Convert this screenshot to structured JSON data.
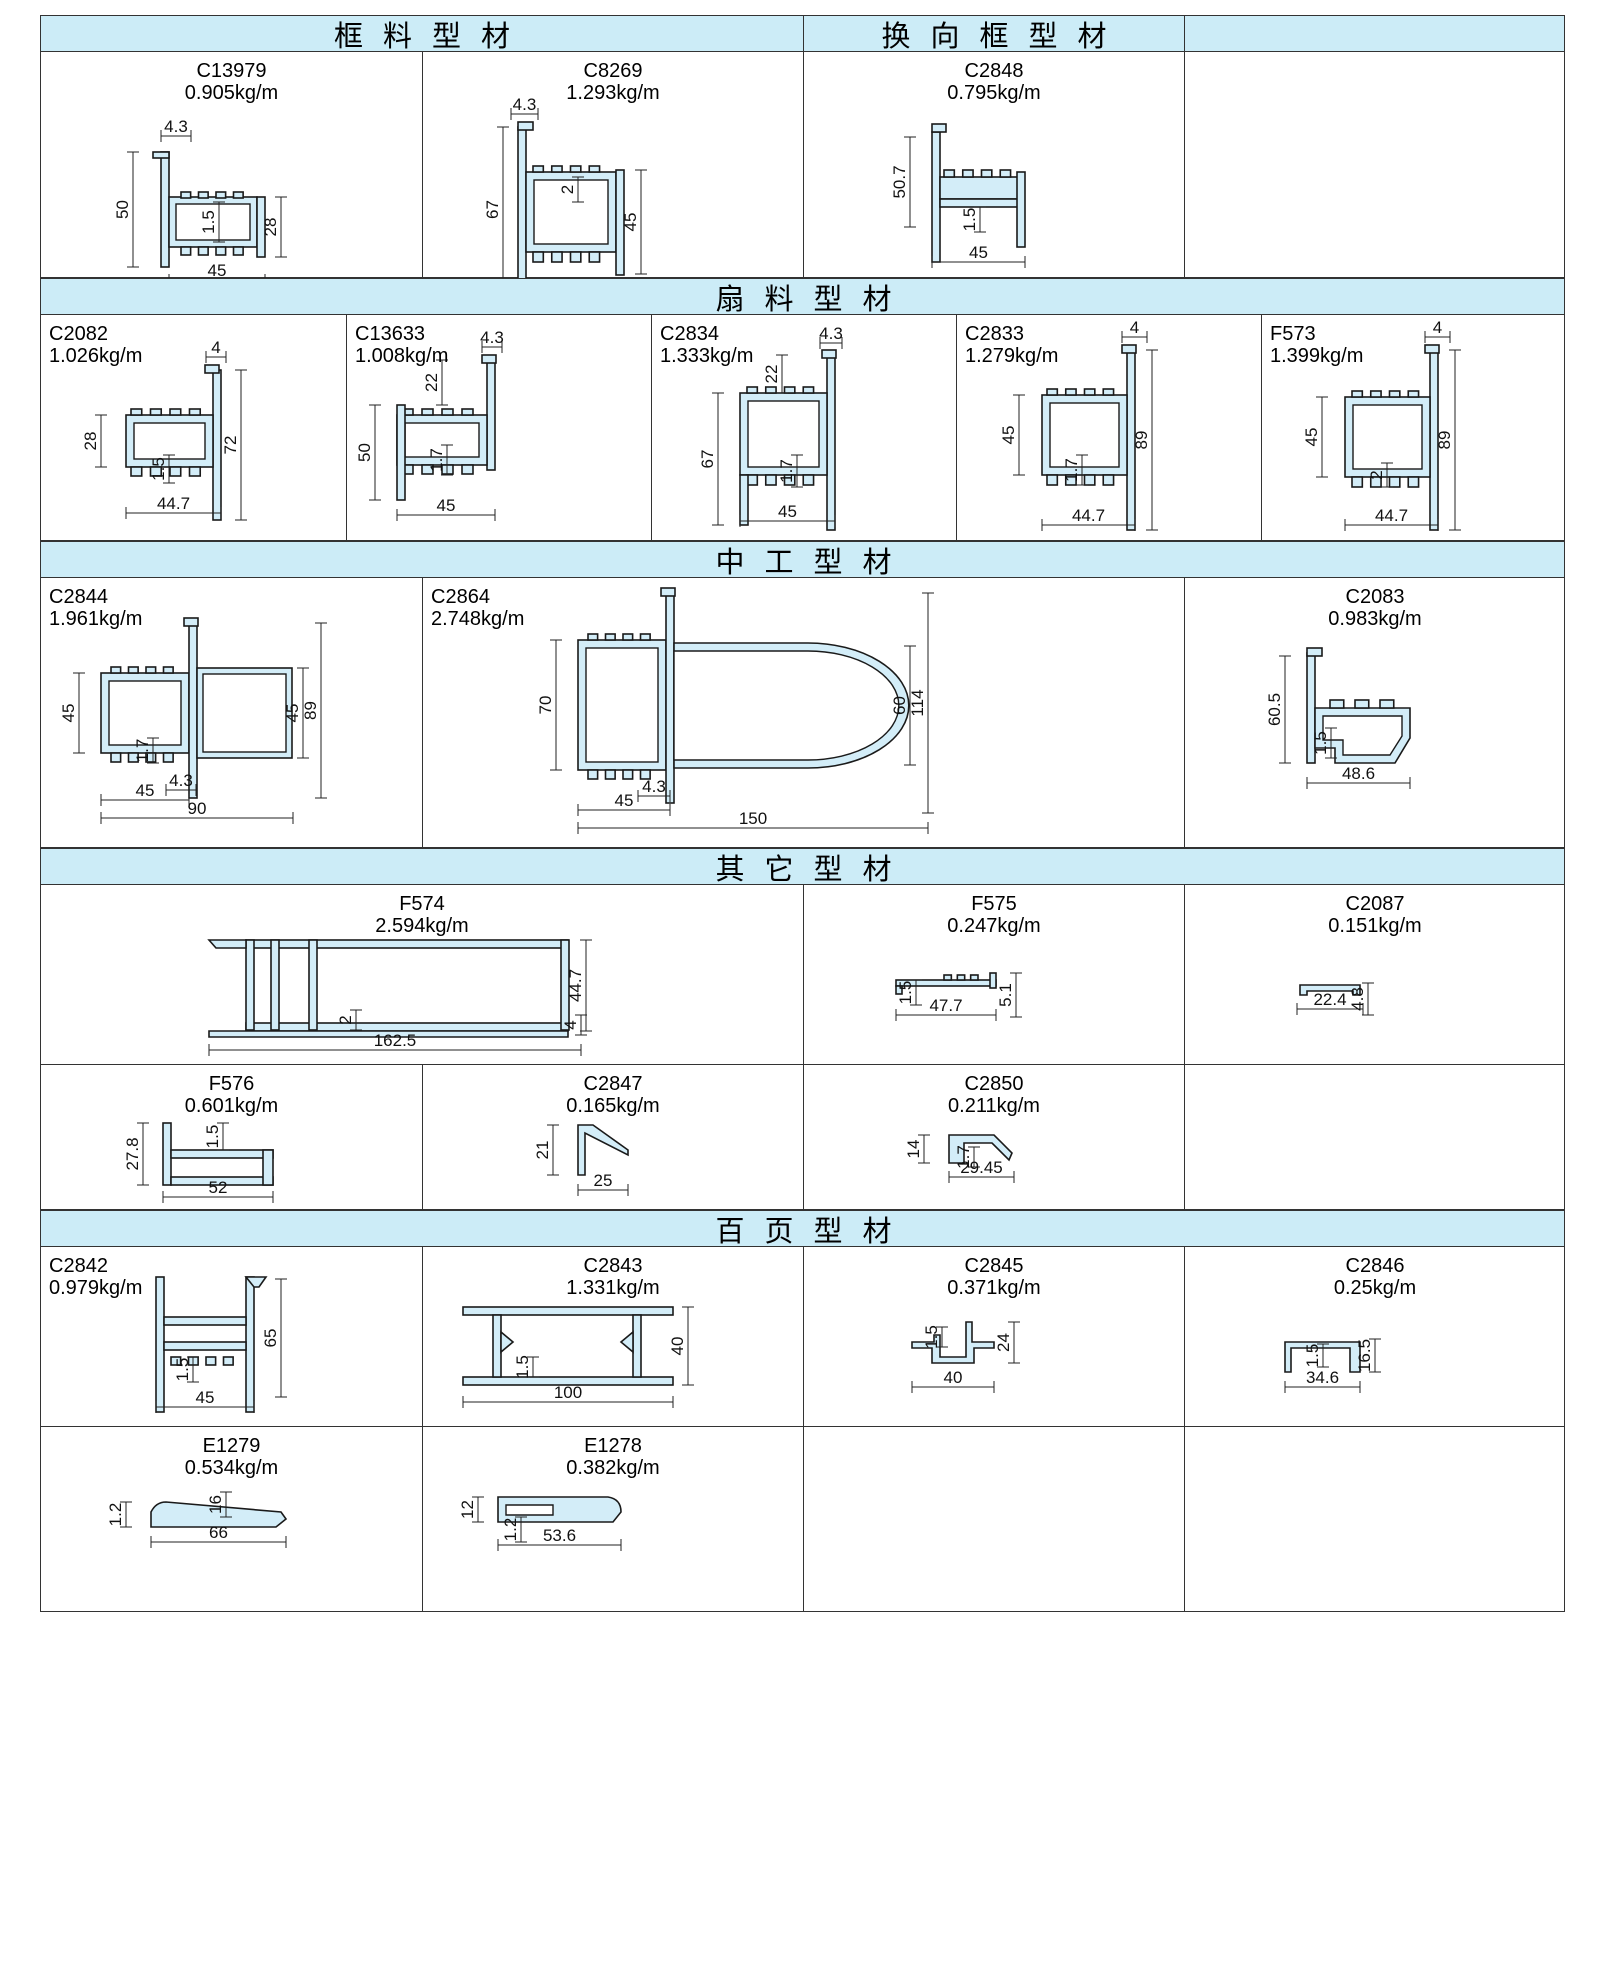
{
  "sections": {
    "frame": "框料型材",
    "changeover": "换向框型材",
    "sash": "扇料型材",
    "mullion": "中工型材",
    "other": "其它型材",
    "louver": "百页型材"
  },
  "colors": {
    "header_bg": "#ccecf7",
    "profile_fill": "#d3edf8",
    "line": "#1a1a1a"
  },
  "profiles": {
    "C13979": {
      "code": "C13979",
      "weight": "0.905kg/m",
      "dims": [
        "4.3",
        "50",
        "1.5",
        "28",
        "45"
      ]
    },
    "C8269": {
      "code": "C8269",
      "weight": "1.293kg/m",
      "dims": [
        "4.3",
        "67",
        "2",
        "45",
        "45"
      ]
    },
    "C2848": {
      "code": "C2848",
      "weight": "0.795kg/m",
      "dims": [
        "50.7",
        "1.5",
        "45"
      ]
    },
    "C2082": {
      "code": "C2082",
      "weight": "1.026kg/m",
      "dims": [
        "4",
        "28",
        "72",
        "1.5",
        "44.7"
      ]
    },
    "C13633": {
      "code": "C13633",
      "weight": "1.008kg/m",
      "dims": [
        "4.3",
        "22",
        "50",
        "1.7",
        "45"
      ]
    },
    "C2834": {
      "code": "C2834",
      "weight": "1.333kg/m",
      "dims": [
        "4.3",
        "22",
        "67",
        "1.7",
        "45"
      ]
    },
    "C2833": {
      "code": "C2833",
      "weight": "1.279kg/m",
      "dims": [
        "4",
        "45",
        "89",
        "1.7",
        "44.7"
      ]
    },
    "F573": {
      "code": "F573",
      "weight": "1.399kg/m",
      "dims": [
        "4",
        "45",
        "89",
        "2",
        "44.7"
      ]
    },
    "C2844": {
      "code": "C2844",
      "weight": "1.961kg/m",
      "dims": [
        "45",
        "45",
        "89",
        "1.7",
        "4.3",
        "45",
        "90"
      ]
    },
    "C2864": {
      "code": "C2864",
      "weight": "2.748kg/m",
      "dims": [
        "70",
        "60",
        "114",
        "4.3",
        "45",
        "150"
      ]
    },
    "C2083": {
      "code": "C2083",
      "weight": "0.983kg/m",
      "dims": [
        "60.5",
        "1.5",
        "48.6"
      ]
    },
    "F574": {
      "code": "F574",
      "weight": "2.594kg/m",
      "dims": [
        "44.7",
        "2",
        "4",
        "162.5"
      ]
    },
    "F575": {
      "code": "F575",
      "weight": "0.247kg/m",
      "dims": [
        "1.5",
        "47.7",
        "5.1"
      ]
    },
    "C2087": {
      "code": "C2087",
      "weight": "0.151kg/m",
      "dims": [
        "22.4",
        "4.8"
      ]
    },
    "F576": {
      "code": "F576",
      "weight": "0.601kg/m",
      "dims": [
        "27.8",
        "1.5",
        "52"
      ]
    },
    "C2847": {
      "code": "C2847",
      "weight": "0.165kg/m",
      "dims": [
        "21",
        "25"
      ]
    },
    "C2850": {
      "code": "C2850",
      "weight": "0.211kg/m",
      "dims": [
        "14",
        "1.7",
        "29.45"
      ]
    },
    "C2842": {
      "code": "C2842",
      "weight": "0.979kg/m",
      "dims": [
        "65",
        "1.5",
        "45"
      ]
    },
    "C2843": {
      "code": "C2843",
      "weight": "1.331kg/m",
      "dims": [
        "40",
        "1.5",
        "100"
      ]
    },
    "C2845": {
      "code": "C2845",
      "weight": "0.371kg/m",
      "dims": [
        "1.5",
        "24",
        "40"
      ]
    },
    "C2846": {
      "code": "C2846",
      "weight": "0.25kg/m",
      "dims": [
        "1.5",
        "16.5",
        "34.6"
      ]
    },
    "E1279": {
      "code": "E1279",
      "weight": "0.534kg/m",
      "dims": [
        "1.2",
        "16",
        "66"
      ]
    },
    "E1278": {
      "code": "E1278",
      "weight": "0.382kg/m",
      "dims": [
        "12",
        "1.2",
        "53.6"
      ]
    }
  }
}
